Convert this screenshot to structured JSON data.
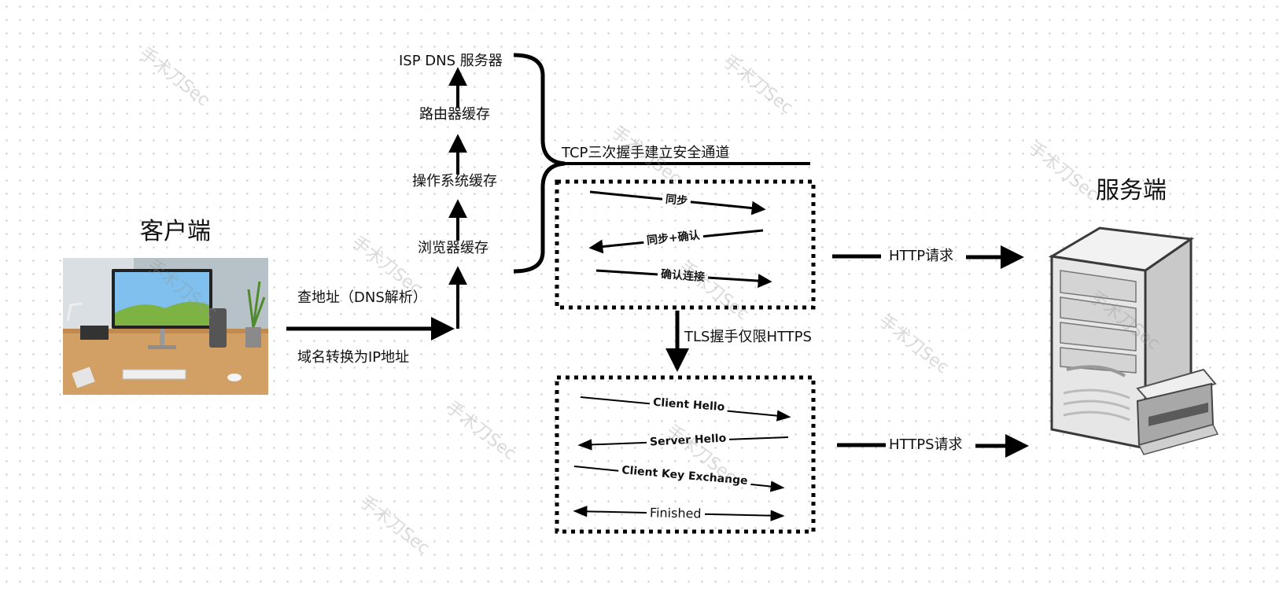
{
  "client": {
    "title": "客户端"
  },
  "server": {
    "title": "服务端"
  },
  "lookup": {
    "top_label": "查地址（DNS解析）",
    "bottom_label": "域名转换为IP地址"
  },
  "dns_chain": [
    "浏览器缓存",
    "操作系统缓存",
    "路由器缓存",
    "ISP DNS 服务器"
  ],
  "tcp": {
    "title": "TCP三次握手建立安全通道",
    "steps": [
      "同步",
      "同步+确认",
      "确认连接"
    ]
  },
  "tls": {
    "label": "TLS握手仅限HTTPS",
    "steps": [
      "Client Hello",
      "Server Hello",
      "Client Key Exchange",
      "Finished"
    ]
  },
  "requests": {
    "http": "HTTP请求",
    "https": "HTTPS请求"
  },
  "watermark": "手术刀Sec"
}
